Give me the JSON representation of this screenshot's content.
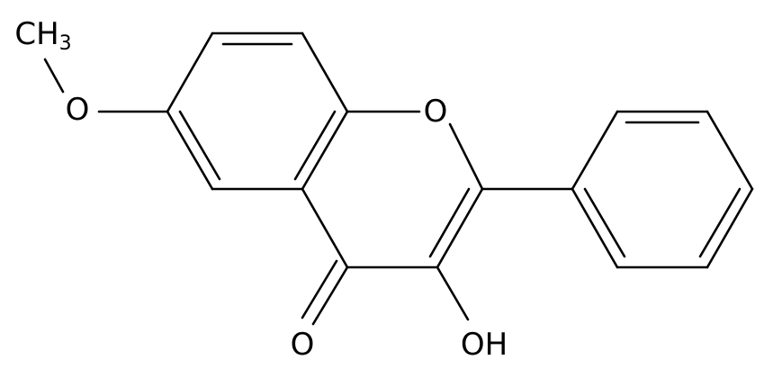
{
  "molecule": {
    "atoms": {
      "methyl": {
        "label": "CH",
        "subscript": "3"
      },
      "methoxy_oxygen": {
        "label": "O"
      },
      "ring_oxygen": {
        "label": "O"
      },
      "carbonyl_oxygen": {
        "label": "O"
      },
      "hydroxyl": {
        "label": "OH"
      }
    },
    "colors": {
      "bond": "#000000",
      "label": "#000000",
      "background": "#ffffff"
    }
  }
}
